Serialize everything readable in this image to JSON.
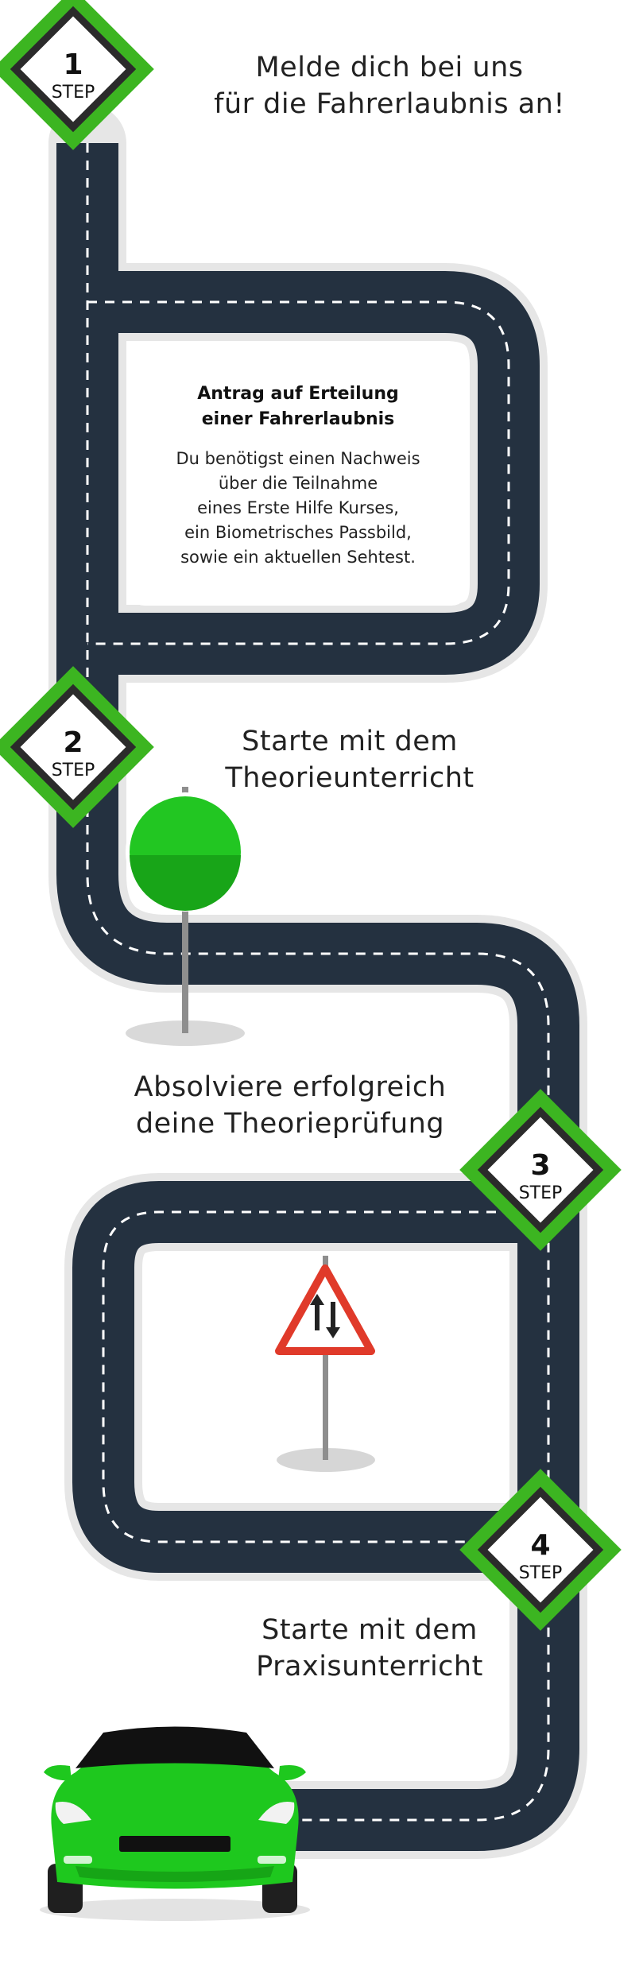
{
  "steps": [
    {
      "number": "1",
      "label": "STEP",
      "text_line1": "Melde dich bei uns",
      "text_line2": "für die Fahrerlaubnis an!"
    },
    {
      "number": "2",
      "label": "STEP",
      "text_line1": "Starte mit dem",
      "text_line2": "Theorieunterricht"
    },
    {
      "number": "3",
      "label": "STEP",
      "text_line1": "Absolviere erfolgreich",
      "text_line2": "deine Theorieprüfung"
    },
    {
      "number": "4",
      "label": "STEP",
      "text_line1": "Starte mit dem",
      "text_line2": "Praxisunterricht"
    }
  ],
  "info_box": {
    "title_line1": "Antrag auf Erteilung",
    "title_line2": "einer Fahrerlaubnis",
    "body_lines": [
      "Du benötigst einen Nachweis",
      "über die Teilnahme",
      "eines Erste Hilfe Kurses,",
      "ein Biometrisches Passbild,",
      "sowie ein aktuellen Sehtest."
    ]
  },
  "colors": {
    "road": "#243140",
    "road_edge": "#e6e6e6",
    "lane_marking": "#ffffff",
    "accent_green": "#3cb521",
    "car_green": "#1ec81e",
    "sign_green": "#22c622",
    "warning_red": "#e03a2a"
  },
  "icons": {
    "step_marker": "diamond-step-marker",
    "go_sign": "round-green-sign",
    "warning_sign": "oncoming-traffic-triangle-sign",
    "vehicle": "green-car"
  }
}
